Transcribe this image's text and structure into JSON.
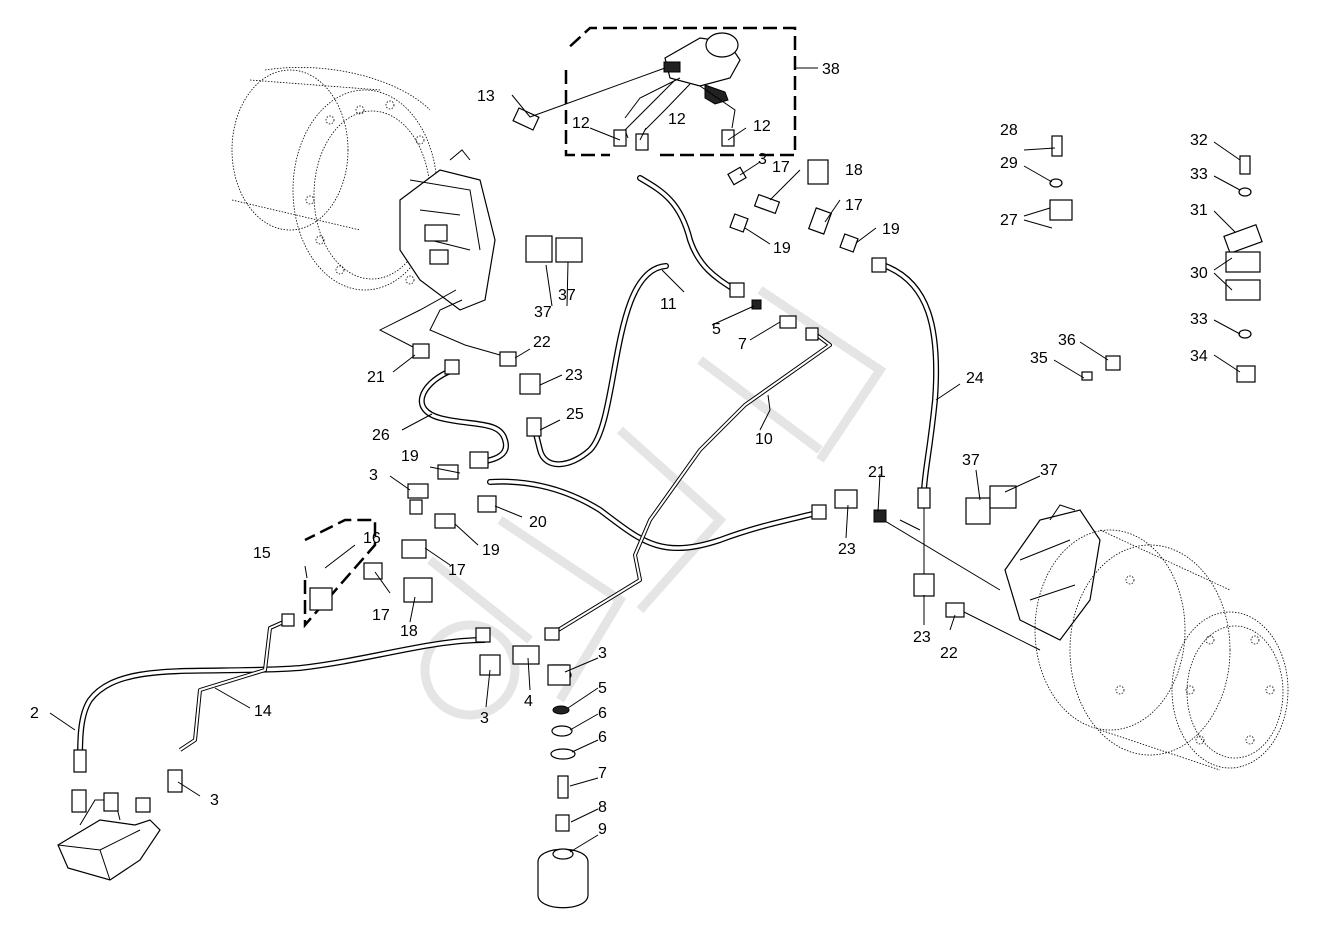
{
  "corner_mark": "",
  "diagram": {
    "callouts": [
      {
        "id": "c38",
        "text": "38"
      },
      {
        "id": "c13",
        "text": "13"
      },
      {
        "id": "c12a",
        "text": "12"
      },
      {
        "id": "c12b",
        "text": "12"
      },
      {
        "id": "c12c",
        "text": "12"
      },
      {
        "id": "c3a",
        "text": "3"
      },
      {
        "id": "c17a",
        "text": "17"
      },
      {
        "id": "c18a",
        "text": "18"
      },
      {
        "id": "c17b",
        "text": "17"
      },
      {
        "id": "c19a",
        "text": "19"
      },
      {
        "id": "c19b",
        "text": "19"
      },
      {
        "id": "c11",
        "text": "11"
      },
      {
        "id": "c5a",
        "text": "5"
      },
      {
        "id": "c7a",
        "text": "7"
      },
      {
        "id": "c37a",
        "text": "37"
      },
      {
        "id": "c37b",
        "text": "37"
      },
      {
        "id": "c22a",
        "text": "22"
      },
      {
        "id": "c23a",
        "text": "23"
      },
      {
        "id": "c21a",
        "text": "21"
      },
      {
        "id": "c25",
        "text": "25"
      },
      {
        "id": "c10",
        "text": "10"
      },
      {
        "id": "c26",
        "text": "26"
      },
      {
        "id": "c19c",
        "text": "19"
      },
      {
        "id": "c3b",
        "text": "3"
      },
      {
        "id": "c20",
        "text": "20"
      },
      {
        "id": "c19d",
        "text": "19"
      },
      {
        "id": "c16",
        "text": "16"
      },
      {
        "id": "c15",
        "text": "15"
      },
      {
        "id": "c17c",
        "text": "17"
      },
      {
        "id": "c17d",
        "text": "17"
      },
      {
        "id": "c18b",
        "text": "18"
      },
      {
        "id": "c2",
        "text": "2"
      },
      {
        "id": "c14",
        "text": "14"
      },
      {
        "id": "c3c",
        "text": "3"
      },
      {
        "id": "c3d",
        "text": "3"
      },
      {
        "id": "c4",
        "text": "4"
      },
      {
        "id": "c3e",
        "text": "3"
      },
      {
        "id": "c5b",
        "text": "5"
      },
      {
        "id": "c6a",
        "text": "6"
      },
      {
        "id": "c6b",
        "text": "6"
      },
      {
        "id": "c7b",
        "text": "7"
      },
      {
        "id": "c8",
        "text": "8"
      },
      {
        "id": "c9",
        "text": "9"
      },
      {
        "id": "c24",
        "text": "24"
      },
      {
        "id": "c21b",
        "text": "21"
      },
      {
        "id": "c23b",
        "text": "23"
      },
      {
        "id": "c23c",
        "text": "23"
      },
      {
        "id": "c22b",
        "text": "22"
      },
      {
        "id": "c37c",
        "text": "37"
      },
      {
        "id": "c37d",
        "text": "37"
      },
      {
        "id": "c28",
        "text": "28"
      },
      {
        "id": "c29",
        "text": "29"
      },
      {
        "id": "c27",
        "text": "27"
      },
      {
        "id": "c32",
        "text": "32"
      },
      {
        "id": "c33a",
        "text": "33"
      },
      {
        "id": "c31",
        "text": "31"
      },
      {
        "id": "c30",
        "text": "30"
      },
      {
        "id": "c33b",
        "text": "33"
      },
      {
        "id": "c34",
        "text": "34"
      },
      {
        "id": "c36",
        "text": "36"
      },
      {
        "id": "c35",
        "text": "35"
      }
    ]
  }
}
